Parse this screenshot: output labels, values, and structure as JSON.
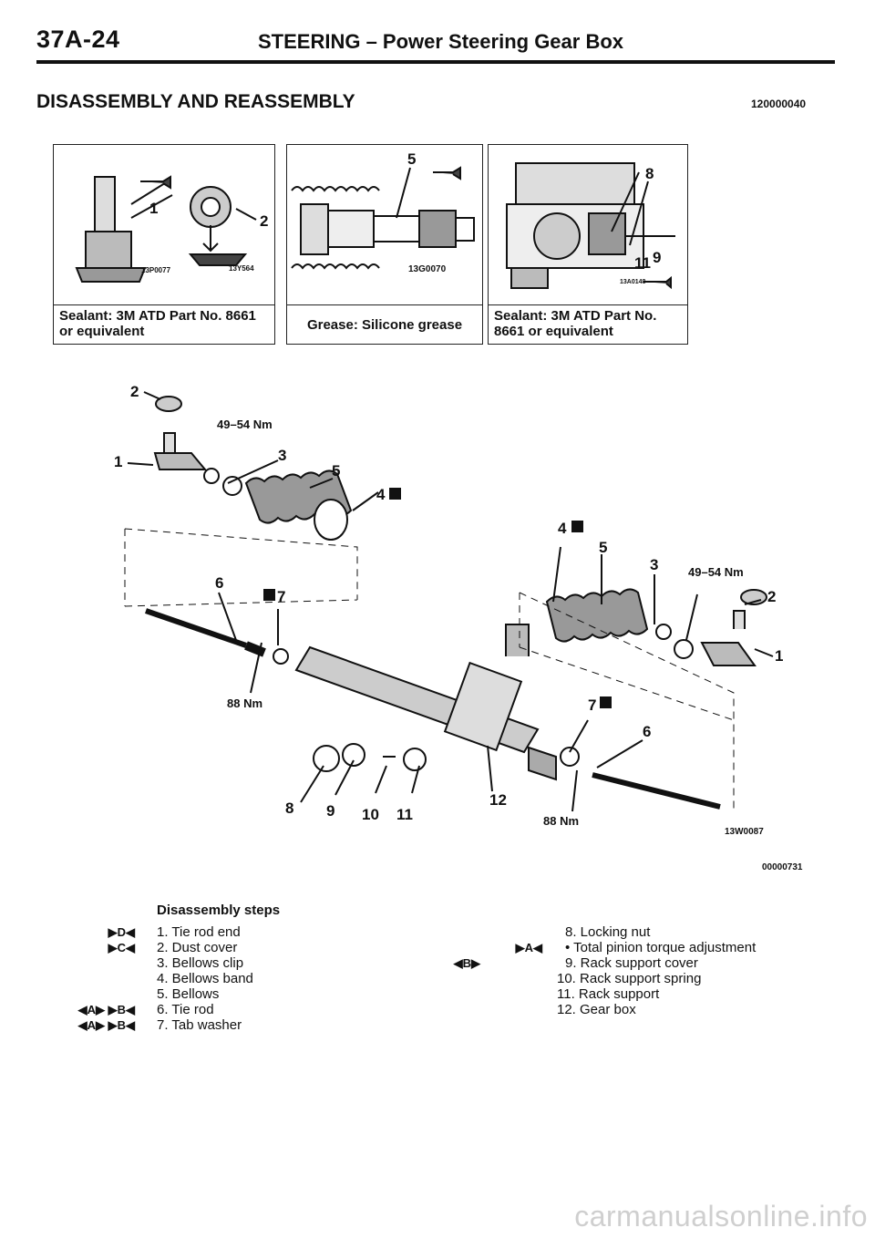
{
  "header": {
    "code": "37A-24",
    "title": "STEERING – Power Steering Gear Box"
  },
  "section": {
    "title": "DISASSEMBLY AND REASSEMBLY",
    "code": "120000040"
  },
  "panels": [
    {
      "caption": "Sealant: 3M ATD Part No. 8661 or equivalent",
      "codes": [
        "13P0077",
        "13Y564"
      ],
      "callouts": [
        "1",
        "2"
      ]
    },
    {
      "caption": "Grease: Silicone grease",
      "codes": [
        "13G0070"
      ],
      "callouts": [
        "5"
      ]
    },
    {
      "caption": "Sealant: 3M ATD Part No. 8661 or equivalent",
      "codes": [
        "13A0148"
      ],
      "callouts": [
        "8",
        "11",
        "9"
      ]
    }
  ],
  "diagram": {
    "callouts": [
      "2",
      "1",
      "3",
      "5",
      "4",
      "6",
      "7",
      "4",
      "5",
      "3",
      "2",
      "1",
      "7",
      "6",
      "8",
      "9",
      "10",
      "11",
      "12"
    ],
    "torques": [
      "49–54 Nm",
      "88 Nm",
      "49–54 Nm",
      "88 Nm"
    ],
    "code": "13W0087",
    "figure_code": "00000731"
  },
  "steps": {
    "heading": "Disassembly steps",
    "left": [
      {
        "marks": "▶D◀",
        "text": "1. Tie rod end"
      },
      {
        "marks": "▶C◀",
        "text": "2. Dust cover"
      },
      {
        "marks": "",
        "text": "3. Bellows clip"
      },
      {
        "marks": "",
        "text": "4. Bellows band"
      },
      {
        "marks": "",
        "text": "5. Bellows"
      },
      {
        "marks": "◀A▶  ▶B◀",
        "text": "6. Tie rod"
      },
      {
        "marks": "◀A▶  ▶B◀",
        "text": "7. Tab washer"
      }
    ],
    "right": [
      {
        "marks": "",
        "text": "8. Locking nut"
      },
      {
        "marks": "▶A◀",
        "text": "• Total pinion torque adjustment"
      },
      {
        "marks": "◀B▶",
        "text": "9. Rack support cover"
      },
      {
        "marks": "",
        "text": "10. Rack support spring"
      },
      {
        "marks": "",
        "text": "11. Rack support"
      },
      {
        "marks": "",
        "text": "12. Gear box"
      }
    ]
  },
  "watermark": "carmanualsonline.info"
}
